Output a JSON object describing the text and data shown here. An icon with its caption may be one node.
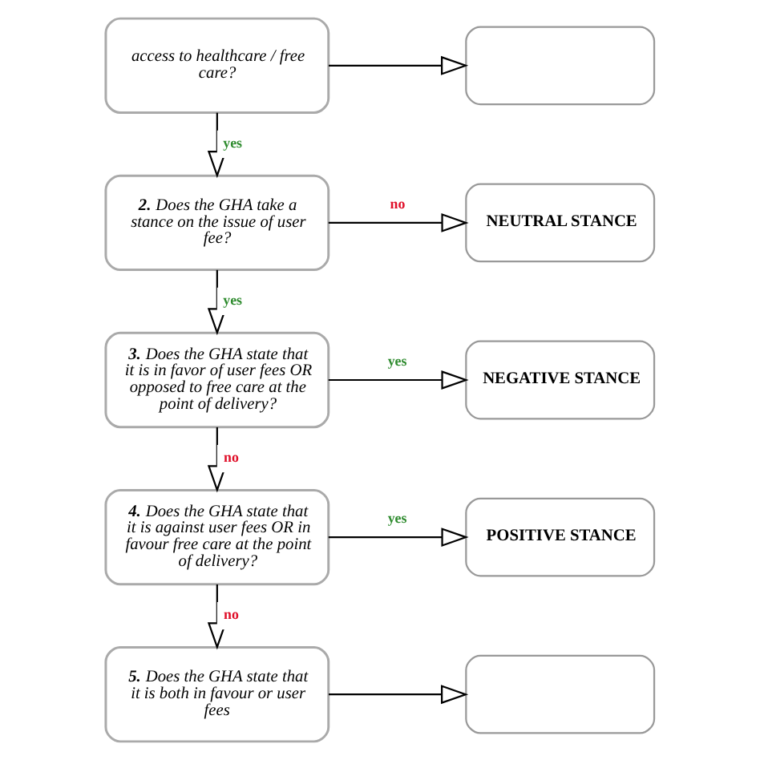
{
  "diagram": {
    "nodes": [
      {
        "text": [
          "access to healthcare / free care?"
        ]
      },
      {
        "text": [],
        "shape": "box"
      },
      {
        "text": [
          "**2.** Does the GHA take a stance on the issue of user fee?"
        ]
      },
      {
        "text": [
          "NEUTRAL STANCE"
        ]
      },
      {
        "text": [
          "**3.** Does the GHA state that it is in favor of user fees OR opposed to free care at the point of delivery?"
        ]
      },
      {
        "text": [
          "NEGATIVE STANCE"
        ]
      },
      {
        "text": [
          "**4.** Does the GHA state that it is against user fees OR in favour free care at the point of delivery?"
        ]
      },
      {
        "text": [
          "POSITIVE STANCE"
        ]
      },
      {
        "text": [
          "**5.** Does the GHA state that it is both in favour or user fees"
        ]
      },
      {
        "text": [],
        "shape": "box"
      }
    ],
    "edges": [
      {
        "from": 0,
        "to": 1,
        "arrow": "to"
      },
      {
        "from": 0,
        "to": 2,
        "arrow": "to",
        "label": "yes"
      },
      {
        "from": 2,
        "to": 3,
        "arrow": "to",
        "label": "no"
      },
      {
        "from": 2,
        "to": 4,
        "arrow": "to",
        "label": "yes"
      },
      {
        "from": 4,
        "to": 5,
        "arrow": "to",
        "label": "yes"
      },
      {
        "from": 4,
        "to": 6,
        "arrow": "to",
        "label": "no"
      },
      {
        "from": 6,
        "to": 7,
        "arrow": "to",
        "label": "yes"
      },
      {
        "from": 6,
        "to": 8,
        "arrow": "to",
        "label": "no"
      },
      {
        "from": 8,
        "to": 9,
        "arrow": "to"
      }
    ]
  }
}
